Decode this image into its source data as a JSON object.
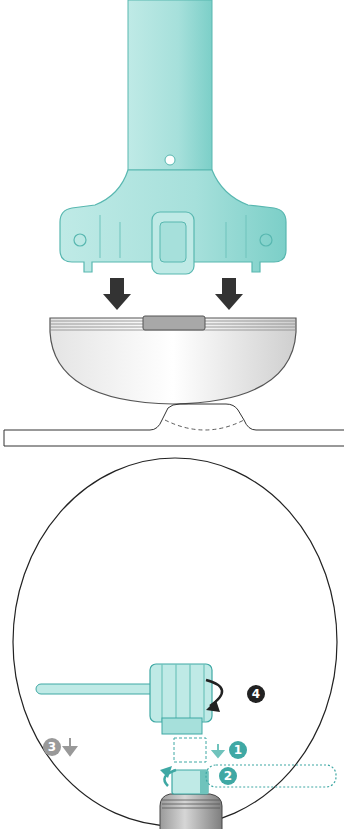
{
  "diagram": {
    "labels": [
      "4",
      "3",
      "1",
      "2"
    ]
  }
}
